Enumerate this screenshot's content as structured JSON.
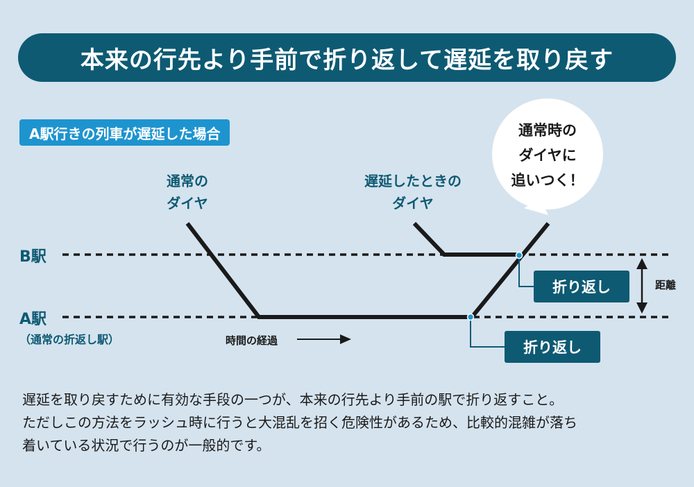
{
  "title": "本来の行先より手前で折り返して遅延を取り戻す",
  "case_label": "A駅行きの列車が遅延した場合",
  "normal_schedule": [
    "通常の",
    "ダイヤ"
  ],
  "delayed_schedule": [
    "遅延したときの",
    "ダイヤ"
  ],
  "speech_bubble": [
    "通常時の",
    "ダイヤに",
    "追いつく！"
  ],
  "stations": {
    "b": "B駅",
    "a": "A駅",
    "a_note": "（通常の折返し駅）"
  },
  "turnback_b": "折り返し",
  "turnback_a": "折り返し",
  "time_label": "時間の経過",
  "distance_label": "距離",
  "description": [
    "遅延を取り戻すために有効な手段の一つが、本来の行先より手前の駅で折り返すこと。",
    "ただしこの方法をラッシュ時に行うと大混乱を招く危険性があるため、比較的混雑が落ち",
    "着いている状況で行うのが一般的です。"
  ],
  "colors": {
    "background": "#d5e3ee",
    "title_bar": "#0e5a73",
    "label_blue": "#1e94cf",
    "line": "#1a1a1a"
  }
}
